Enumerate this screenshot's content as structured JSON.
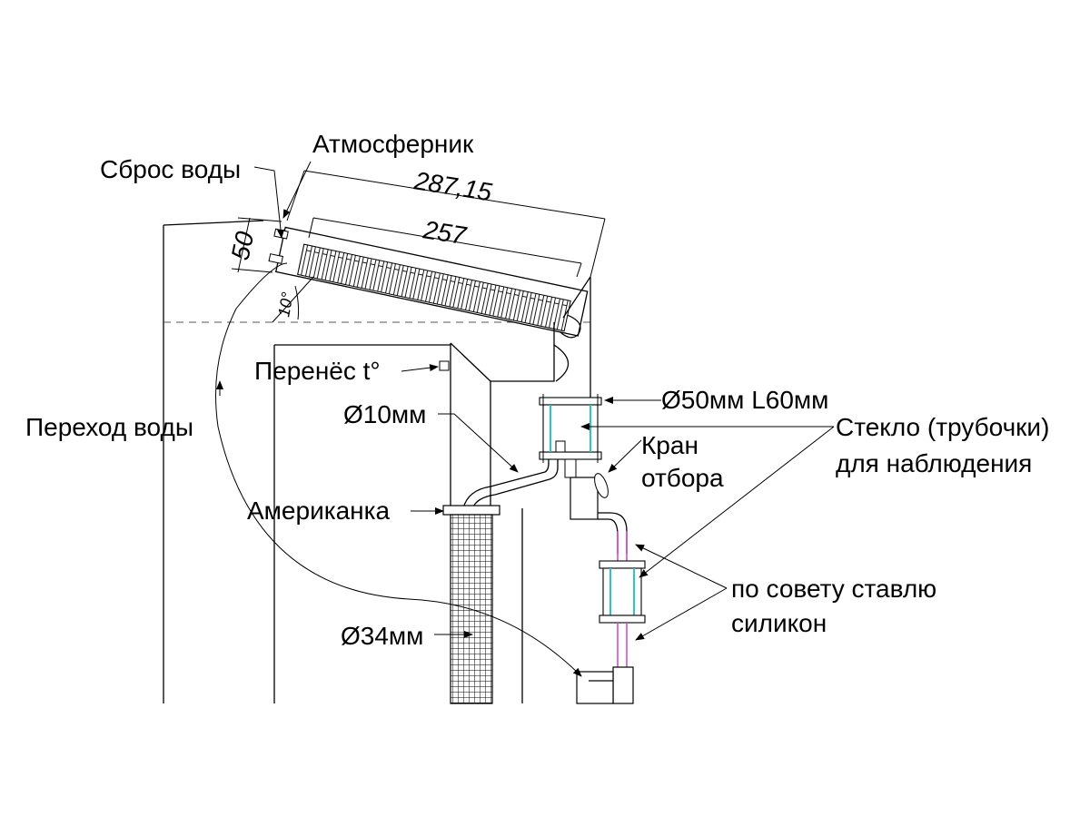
{
  "labels": {
    "atmosfernik": "Атмосферник",
    "sbros_vody": "Сброс воды",
    "perenos_t": "Перенёс t°",
    "diam_10": "Ø10мм",
    "perehod_vody": "Переход воды",
    "amerikanka": "Американка",
    "diam_34": "Ø34мм",
    "diam_50": "Ø50мм L60мм",
    "kran_1": "Кран",
    "kran_2": "отбора",
    "steklo_1": "Стекло (трубочки)",
    "steklo_2": "для наблюдения",
    "sovet_1": "по совету ставлю",
    "sovet_2": "силикон"
  },
  "dimensions": {
    "total_length": "287,15",
    "inner_length": "257",
    "height": "50",
    "angle": "10°"
  },
  "colors": {
    "glass": "#2ec4c4",
    "silicone": "#d040d0",
    "line": "#000000"
  }
}
